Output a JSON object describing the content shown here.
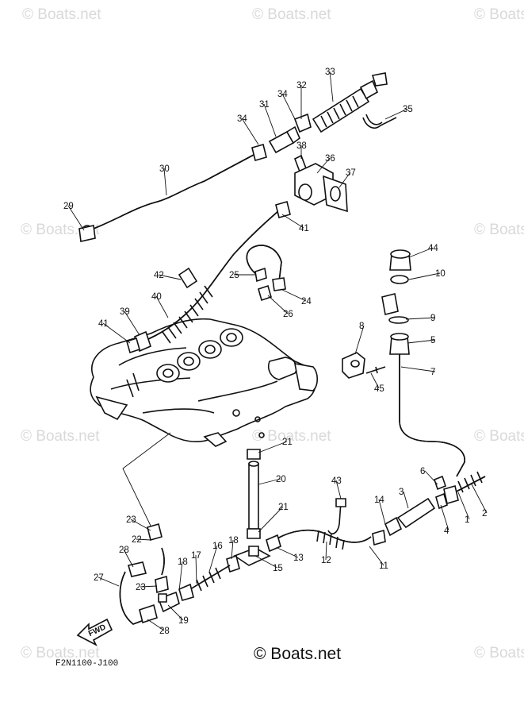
{
  "watermark": "© Boats.net",
  "brand": "© Boats.net",
  "figure_code": "F2N1100-J100",
  "fwd_label": "FWD",
  "callouts": [
    "1",
    "2",
    "3",
    "4",
    "5",
    "6",
    "7",
    "8",
    "9",
    "10",
    "11",
    "12",
    "13",
    "14",
    "15",
    "16",
    "17",
    "18",
    "18",
    "19",
    "20",
    "21",
    "21",
    "22",
    "23",
    "23",
    "24",
    "25",
    "26",
    "27",
    "28",
    "28",
    "29",
    "30",
    "31",
    "32",
    "33",
    "34",
    "34",
    "35",
    "36",
    "37",
    "38",
    "39",
    "40",
    "41",
    "41",
    "42",
    "43",
    "44",
    "45"
  ]
}
